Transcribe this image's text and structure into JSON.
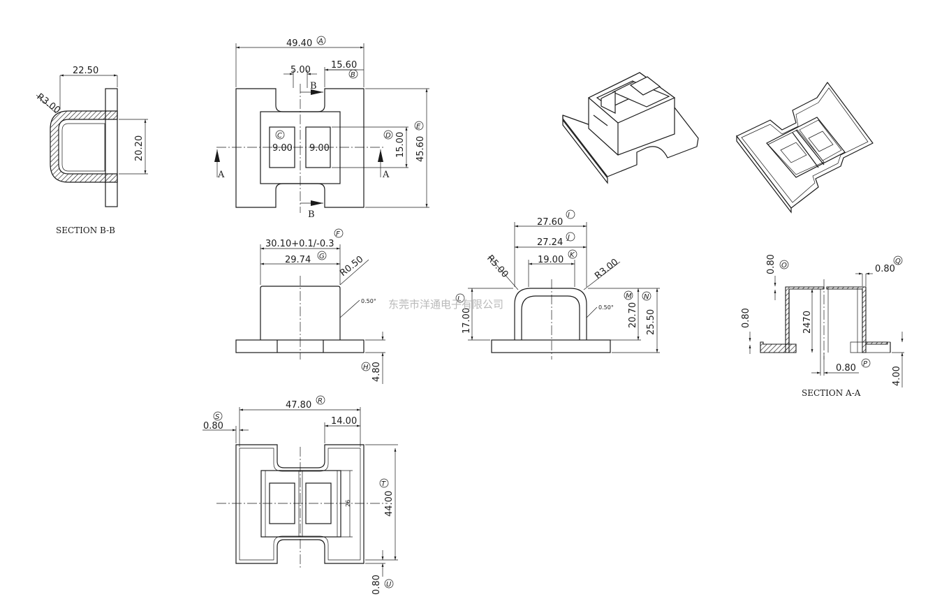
{
  "watermark": "东莞市洋通电子有限公司",
  "sections": {
    "bb_title": "SECTION B-B",
    "aa_title": "SECTION A-A",
    "cut_a": "A",
    "cut_b": "B"
  },
  "dims": {
    "d_49_40": "49.40",
    "d_15_60": "15.60",
    "d_5_00": "5.00",
    "d_9_00a": "9.00",
    "d_9_00b": "9.00",
    "d_15_00": "15.00",
    "d_45_60": "45.60",
    "d_22_50": "22.50",
    "d_r3_00_bb": "R3.00",
    "d_20_20": "20.20",
    "d_30_10": "30.10+0.1/-0.3",
    "d_29_74": "29.74",
    "d_r0_50": "R0.50",
    "d_0_50a": "0.50°",
    "d_4_80": "4.80",
    "d_27_60": "27.60",
    "d_27_24": "27.24",
    "d_19_00": "19.00",
    "d_r5_00": "R5.00",
    "d_r3_00": "R3.00",
    "d_0_50b": "0.50°",
    "d_17_00": "17.00",
    "d_20_70": "20.70",
    "d_25_50": "25.50",
    "d_0_80_aa_top": "0.80",
    "d_0_80_aa_right": "0.80",
    "d_0_80_aa_left": "0.80",
    "d_2470": "2470",
    "d_0_80_aa_bottom": "0.80",
    "d_4_00": "4.00",
    "d_47_80": "47.80",
    "d_14_00": "14.00",
    "d_0_80_s": "0.80",
    "d_44_00": "44.00",
    "d_0_80_u": "0.80",
    "d_small_26": "26"
  },
  "refs": {
    "A": "A",
    "B": "B",
    "C": "C",
    "D": "D",
    "E": "E",
    "F": "F",
    "G": "G",
    "H": "H",
    "I": "I",
    "J": "J",
    "K": "K",
    "L": "L",
    "M": "M",
    "N": "N",
    "O": "O",
    "P": "P",
    "Q": "Q",
    "R": "R",
    "S": "S",
    "T": "T",
    "U": "U"
  }
}
